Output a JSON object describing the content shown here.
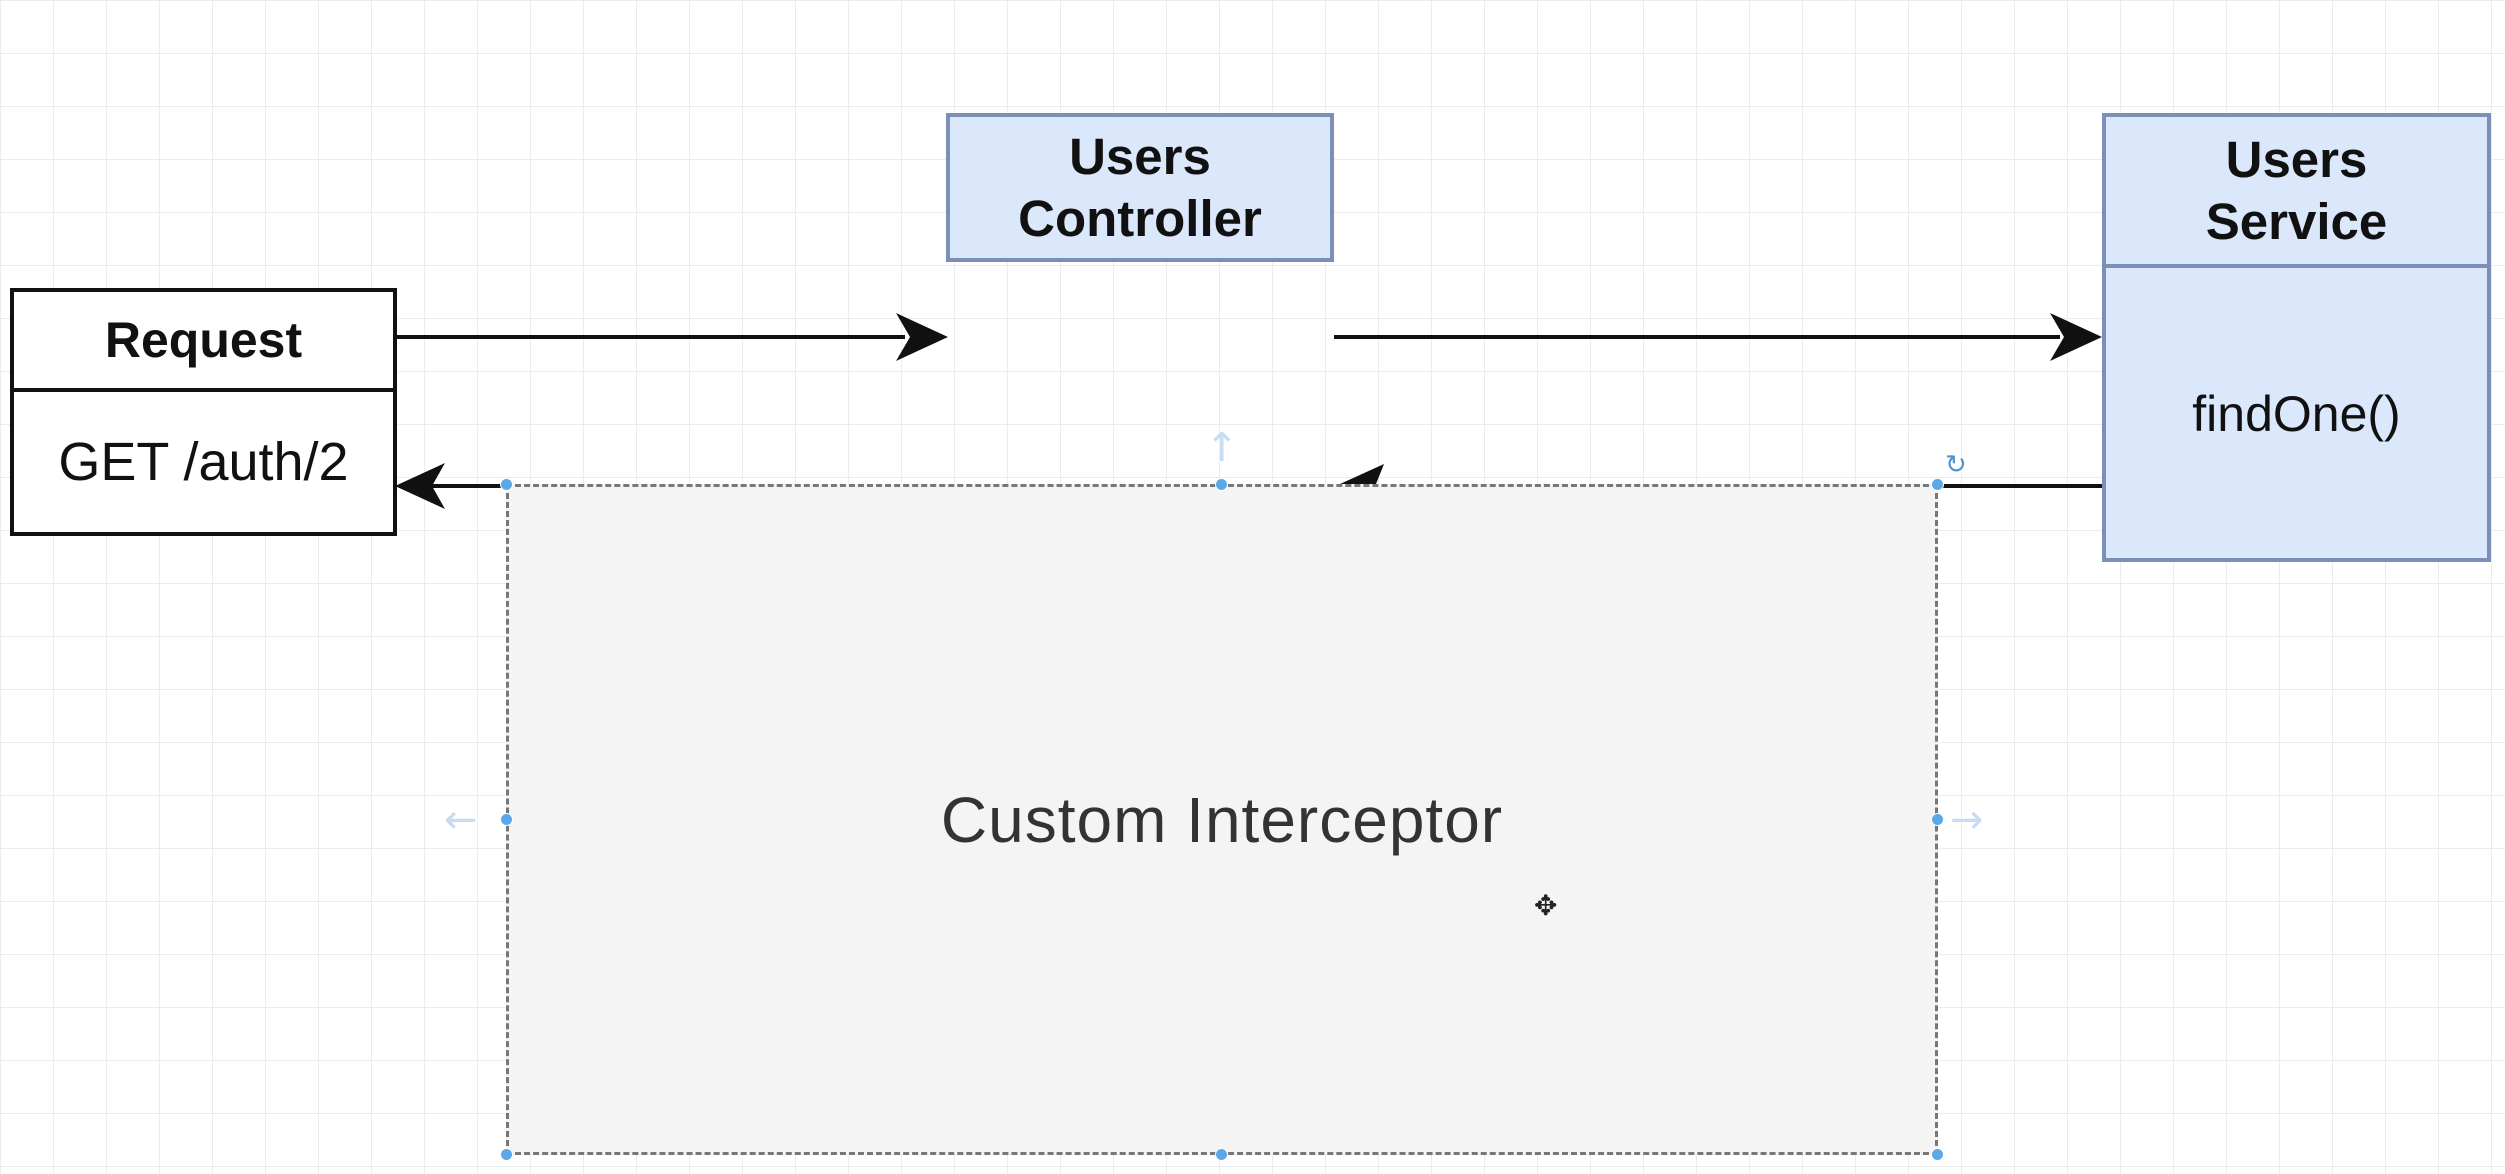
{
  "request": {
    "title": "Request",
    "route": "GET /auth/2"
  },
  "controller": {
    "title": "Users\nController"
  },
  "service": {
    "title": "Users\nService",
    "method": "findOne()"
  },
  "interceptor": {
    "label": "Custom Interceptor"
  },
  "colors": {
    "controller_fill": "#dbe7fb",
    "controller_border": "#7a90b8",
    "interceptor_fill": "#f4f4f4",
    "selection_handle": "#5aa8e8",
    "arrow": "#111111"
  },
  "icons": {
    "rotate": "rotate-icon",
    "move_cursor": "move-cursor-icon",
    "connect_up": "arrow-up-icon",
    "connect_left": "arrow-left-icon",
    "connect_right": "arrow-right-icon"
  }
}
